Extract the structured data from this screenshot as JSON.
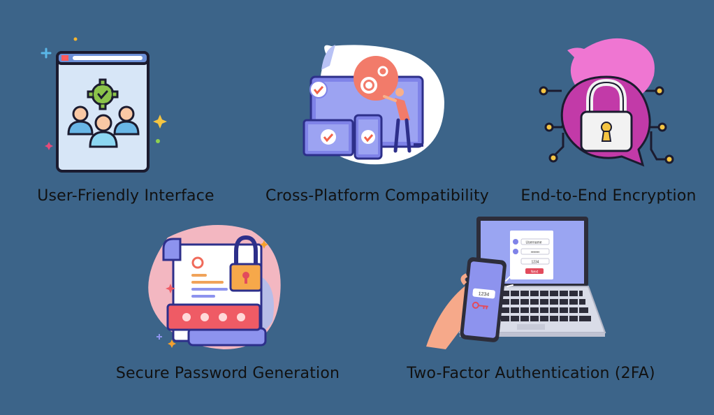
{
  "features": [
    {
      "label": "User-Friendly Interface",
      "icon": "user-friendly-interface-icon"
    },
    {
      "label": "Cross-Platform Compatibility",
      "icon": "cross-platform-devices-icon"
    },
    {
      "label": "End-to-End Encryption",
      "icon": "encryption-lock-icon"
    },
    {
      "label": "Secure Password Generation",
      "icon": "password-generation-icon"
    },
    {
      "label": "Two-Factor Authentication (2FA)",
      "icon": "two-factor-laptop-phone-icon"
    }
  ],
  "illustration_text": {
    "username": "Username",
    "password_mask": "•••••••",
    "code_field": "1234",
    "next_button": "Next",
    "phone_code": "1234"
  },
  "colors": {
    "background": "#3c6489",
    "label_text": "#111111",
    "accent_purple": "#7f83e8",
    "accent_pink": "#e24b5c",
    "accent_magenta": "#c23aa8"
  }
}
